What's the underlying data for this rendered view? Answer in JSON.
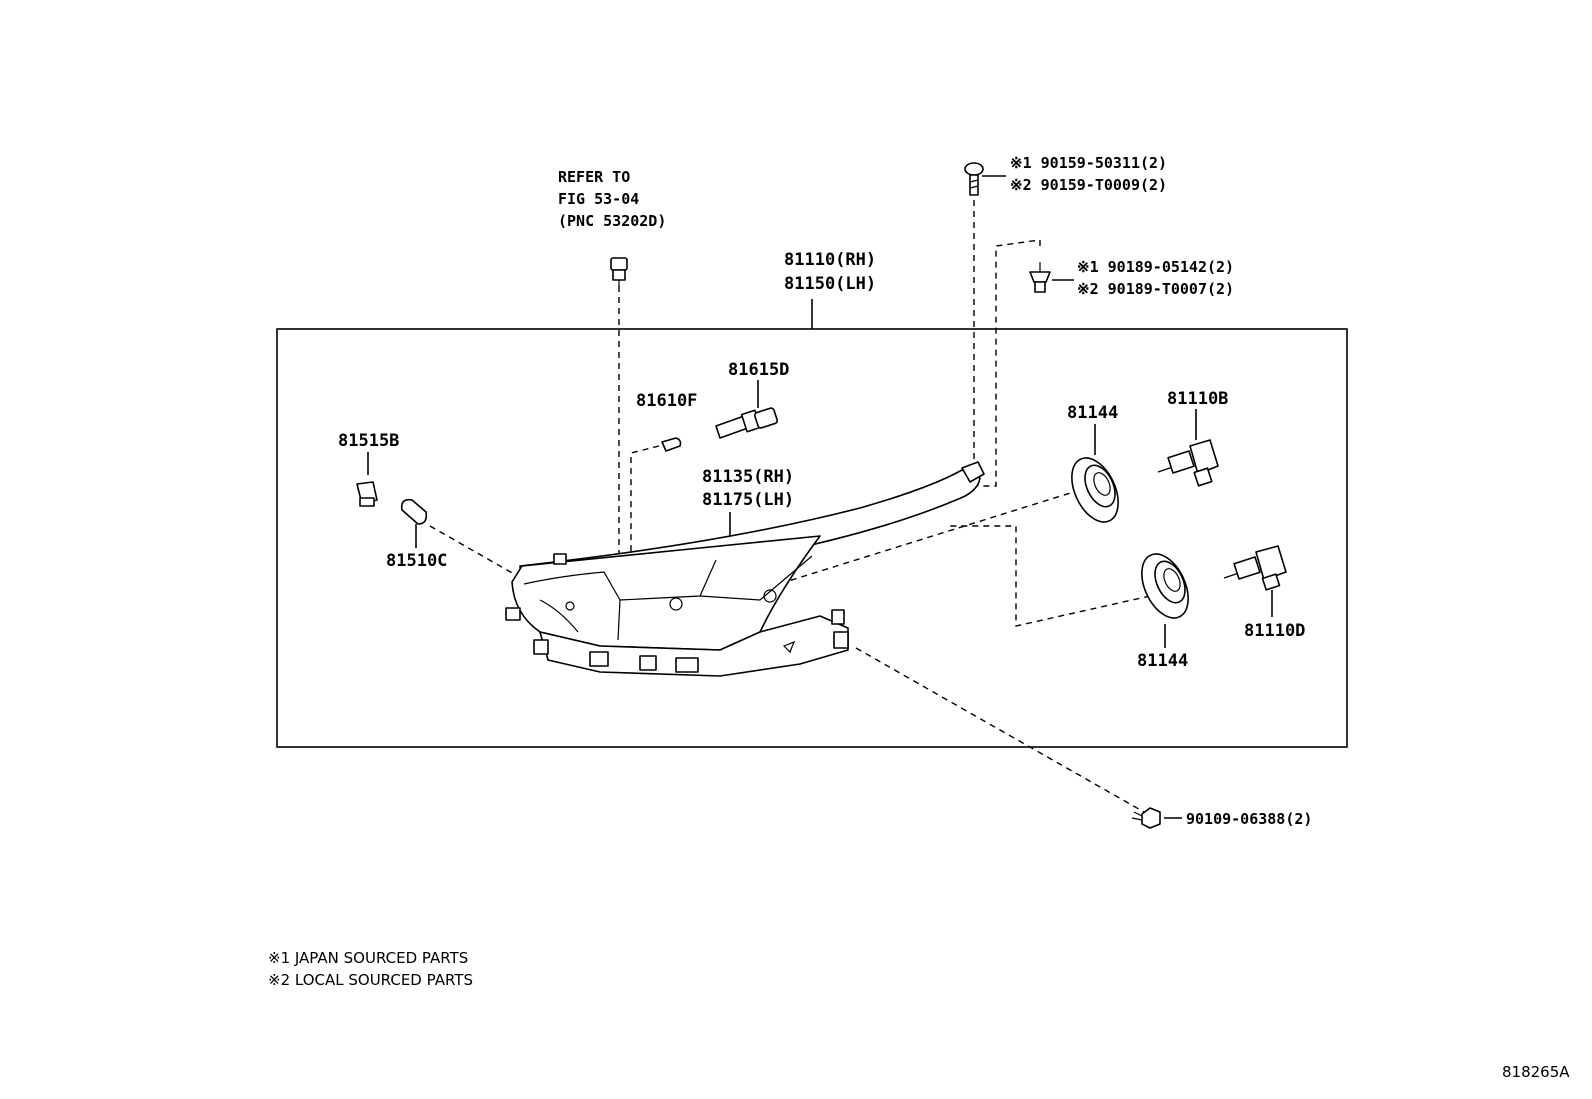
{
  "diagram": {
    "figure_id": "818265A",
    "refer": {
      "line1": "REFER TO",
      "line2": "FIG 53-04",
      "line3": "(PNC 53202D)"
    },
    "assembly": {
      "rh": "81110(RH)",
      "lh": "81150(LH)"
    },
    "bolt_top": {
      "p1": "※1 90159-50311(2)",
      "p2": "※2 90159-T0009(2)"
    },
    "screw_grommet": {
      "p1": "※1 90189-05142(2)",
      "p2": "※2 90189-T0007(2)"
    },
    "parts": {
      "p81615D": "81615D",
      "p81610F": "81610F",
      "p81515B": "81515B",
      "p81510C": "81510C",
      "housing_rh": "81135(RH)",
      "housing_lh": "81175(LH)",
      "p81144a": "81144",
      "p81144b": "81144",
      "p81110B": "81110B",
      "p81110D": "81110D"
    },
    "bolt_bottom": "90109-06388(2)",
    "notes": {
      "n1": "※1 JAPAN SOURCED PARTS",
      "n2": "※2 LOCAL SOURCED PARTS"
    }
  }
}
